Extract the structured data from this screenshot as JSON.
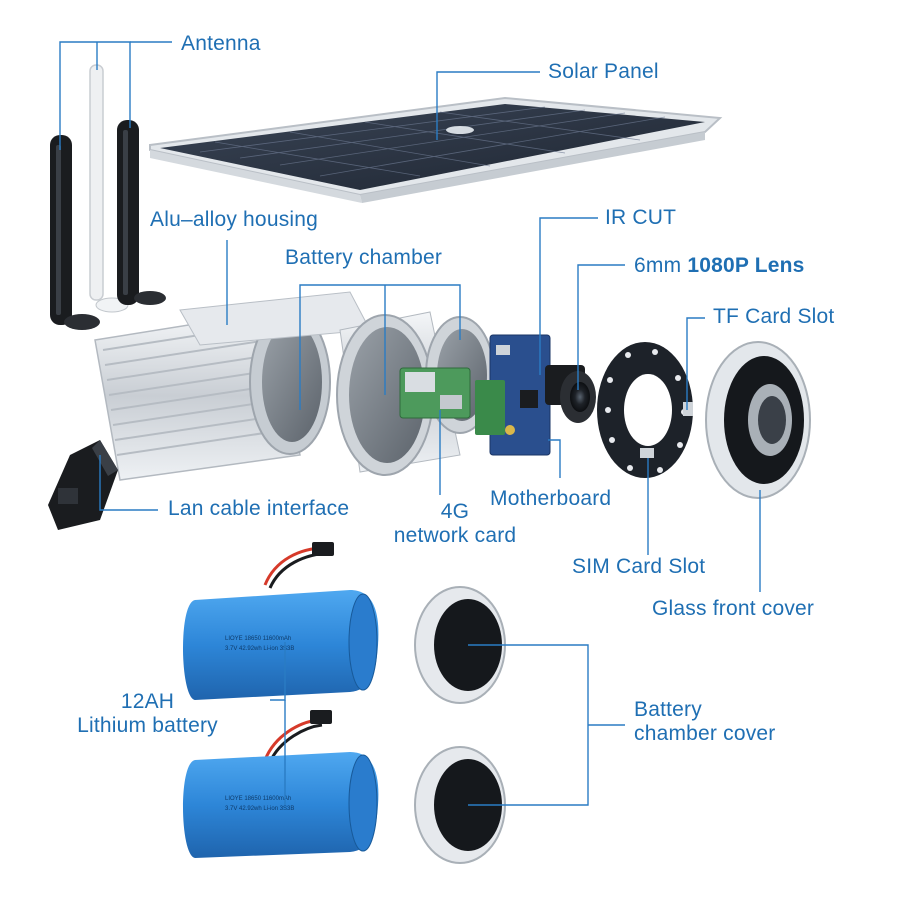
{
  "labels": {
    "antenna": "Antenna",
    "solar_panel": "Solar Panel",
    "alu_housing": "Alu–alloy housing",
    "battery_chamber": "Battery chamber",
    "ir_cut": "IR CUT",
    "lens_prefix": "6mm",
    "lens_bold": "1080P Lens",
    "tf_card_slot": "TF Card Slot",
    "lan_cable": "Lan cable interface",
    "network_card_line1": "4G",
    "network_card_line2": "network card",
    "motherboard": "Motherboard",
    "sim_card_slot": "SIM Card Slot",
    "glass_front_cover": "Glass front cover",
    "battery_line1": "12AH",
    "battery_line2": "Lithium battery",
    "chamber_cover_line1": "Battery",
    "chamber_cover_line2": "chamber cover"
  },
  "battery_print": {
    "line1": "LIOYE 18650 11600mAh",
    "line2": "3.7V 42.92wh Li-ion 3S3B"
  },
  "colors": {
    "label": "#1f6fb3",
    "leader": "#2a7cc4",
    "battery": "#2f8fe0",
    "battery_dark": "#1c5fa8",
    "pcb": "#2a4f8e",
    "pcb_green": "#3a8a4a",
    "aluminum": "#d8dde3",
    "solar_cell": "#2b3444"
  }
}
